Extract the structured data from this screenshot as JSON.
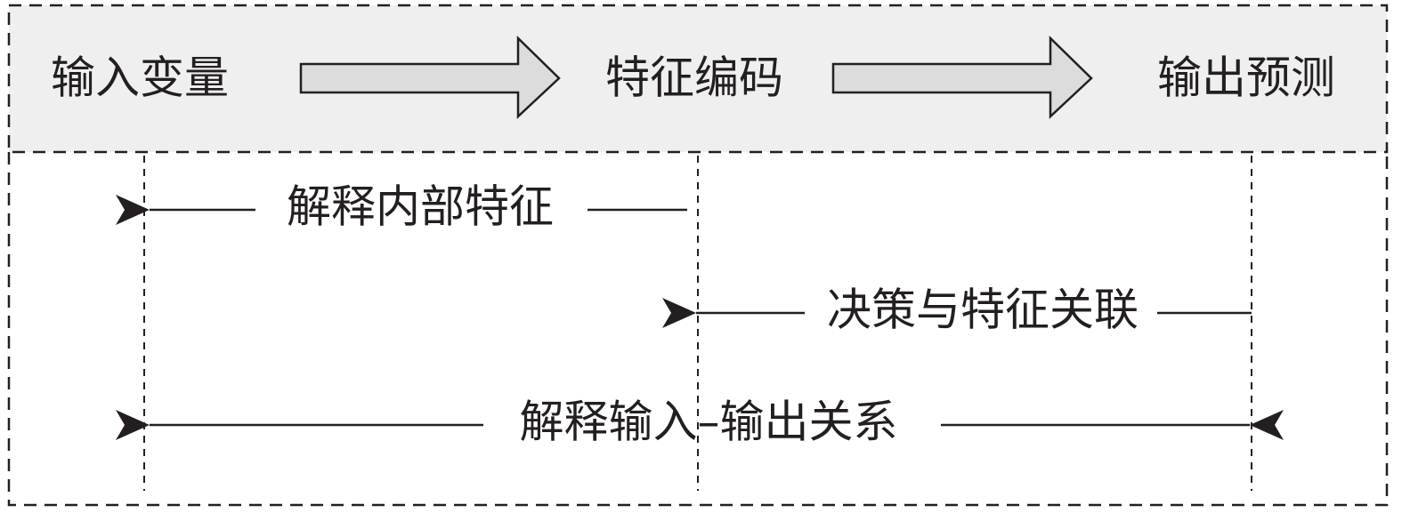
{
  "pipeline": {
    "stages": [
      {
        "label": "输入变量"
      },
      {
        "label": "特征编码"
      },
      {
        "label": "输出预测"
      }
    ]
  },
  "explanations": {
    "internal_features": "解释内部特征",
    "decision_feature_link": "决策与特征关联",
    "input_output_relation": "解释输入–输出关系"
  },
  "colors": {
    "top_band": "#efefef",
    "arrow_fill": "#dcdcdc",
    "stroke": "#231f20",
    "background": "#ffffff"
  }
}
